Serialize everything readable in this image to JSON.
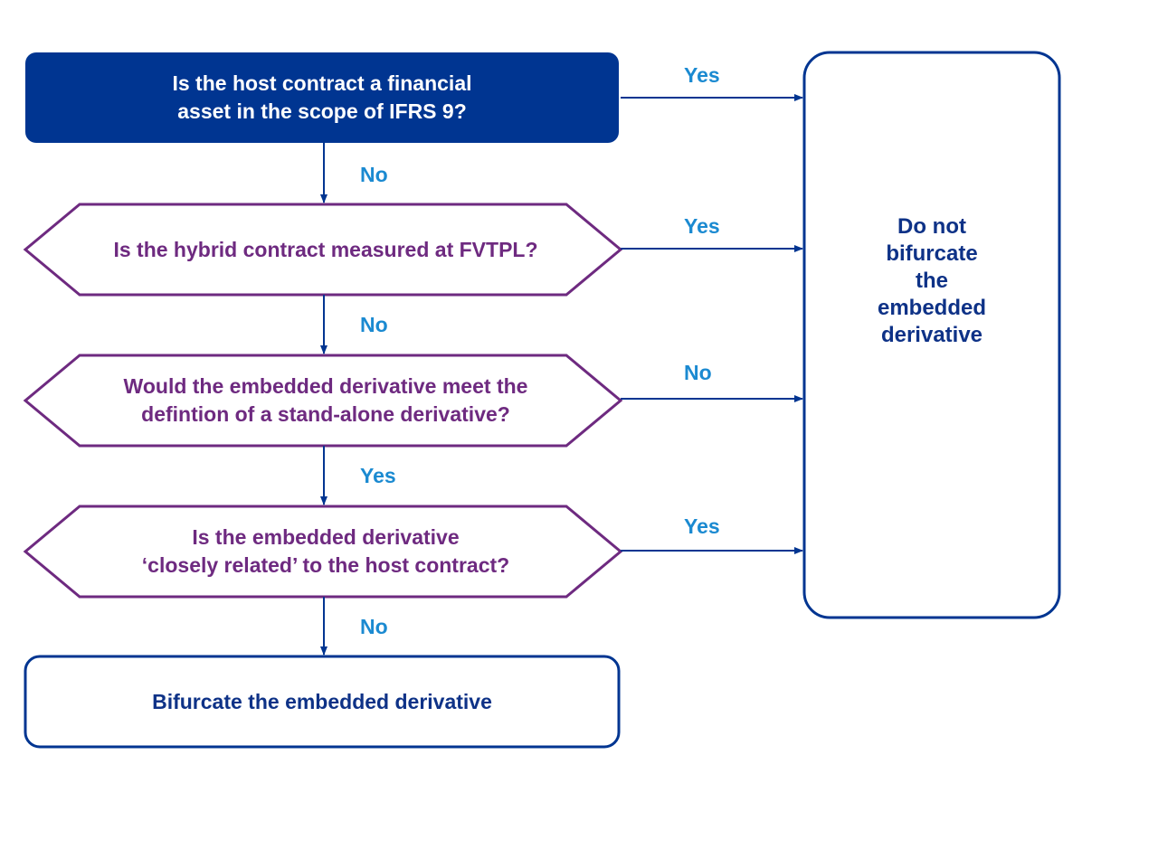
{
  "colors": {
    "navy": "#003591",
    "navy_text": "#0e3287",
    "purple": "#6e2a80",
    "label_blue": "#1b8ad1",
    "white": "#ffffff"
  },
  "nodes": {
    "q1": {
      "line1": "Is the host contract a financial",
      "line2": "asset in the scope of IFRS 9?"
    },
    "q2": {
      "line1": "Is the hybrid contract measured at FVTPL?"
    },
    "q3": {
      "line1": "Would the embedded derivative meet the",
      "line2": "defintion of a stand-alone derivative?"
    },
    "q4": {
      "line1": "Is the embedded derivative",
      "line2": "‘closely related’ to the host contract?"
    },
    "outcome_bifurcate": {
      "text": "Bifurcate the embedded derivative"
    },
    "outcome_do_not": {
      "line1": "Do not",
      "line2": "bifurcate",
      "line3": "the",
      "line4": "embedded",
      "line5": "derivative"
    }
  },
  "edges": {
    "q1_right": "Yes",
    "q1_down": "No",
    "q2_right": "Yes",
    "q2_down": "No",
    "q3_right": "No",
    "q3_down": "Yes",
    "q4_right": "Yes",
    "q4_down": "No"
  }
}
